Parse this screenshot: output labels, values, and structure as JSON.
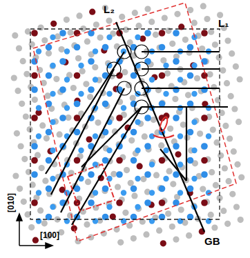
{
  "diagram": {
    "labels": [
      "L₂",
      "L₁",
      "GB",
      "[010]",
      "[100]"
    ]
  }
}
